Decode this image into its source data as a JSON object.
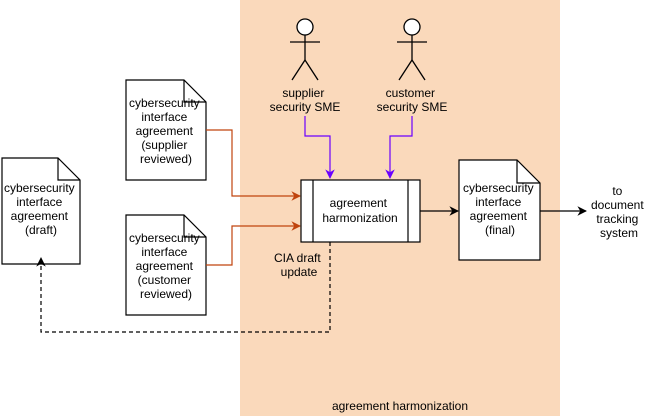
{
  "swimlane": {
    "label": "agreement harmonization",
    "fill": "#fad9bb"
  },
  "actors": {
    "supplier": {
      "line1": "supplier",
      "line2": "security SME"
    },
    "customer": {
      "line1": "customer",
      "line2": "security SME"
    }
  },
  "documents": {
    "draft": {
      "lines": [
        "cybersecurity",
        "interface",
        "agreement",
        "(draft)"
      ]
    },
    "supplier_reviewed": {
      "lines": [
        "cybersecurity",
        "interface",
        "agreement",
        "(supplier",
        "reviewed)"
      ]
    },
    "customer_reviewed": {
      "lines": [
        "cybersecurity",
        "interface",
        "agreement",
        "(customer",
        "reviewed)"
      ]
    },
    "final": {
      "lines": [
        "cybersecurity",
        "interface",
        "agreement",
        "(final)"
      ]
    }
  },
  "process": {
    "line1": "agreement",
    "line2": "harmonization"
  },
  "edge_labels": {
    "draft_update": {
      "line1": "CIA draft",
      "line2": "update"
    },
    "output": {
      "lines": [
        "to",
        "document",
        "tracking",
        "system"
      ]
    }
  },
  "colors": {
    "document_input_arrow": "#c0440e",
    "actor_arrow": "#6a00ff",
    "stroke": "#000000"
  }
}
